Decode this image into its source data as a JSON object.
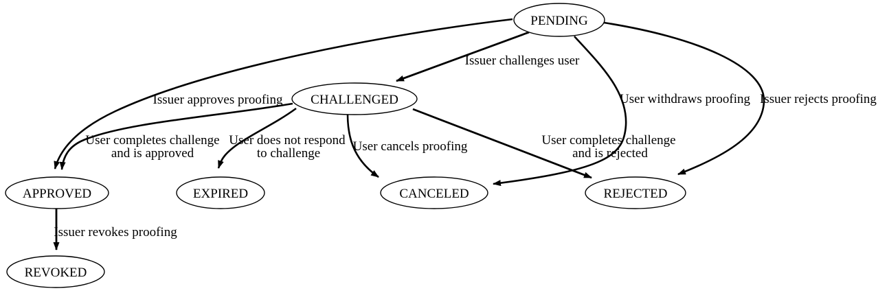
{
  "colors": {
    "background": "#ffffff",
    "node_fill": "#ffffff",
    "stroke": "#000000",
    "text": "#000000"
  },
  "nodes": {
    "pending": {
      "label": "PENDING"
    },
    "challenged": {
      "label": "CHALLENGED"
    },
    "approved": {
      "label": "APPROVED"
    },
    "expired": {
      "label": "EXPIRED"
    },
    "canceled": {
      "label": "CANCELED"
    },
    "rejected": {
      "label": "REJECTED"
    },
    "revoked": {
      "label": "REVOKED"
    }
  },
  "edges": {
    "pending_to_challenged": {
      "from": "PENDING",
      "to": "CHALLENGED",
      "lines": [
        "Issuer challenges user"
      ]
    },
    "pending_to_approved": {
      "from": "PENDING",
      "to": "APPROVED",
      "lines": [
        "Issuer approves proofing"
      ]
    },
    "pending_to_canceled": {
      "from": "PENDING",
      "to": "CANCELED",
      "lines": [
        "User withdraws proofing"
      ]
    },
    "pending_to_rejected": {
      "from": "PENDING",
      "to": "REJECTED",
      "lines": [
        "Issuer rejects proofing"
      ]
    },
    "challenged_to_approved": {
      "from": "CHALLENGED",
      "to": "APPROVED",
      "lines": [
        "User completes challenge",
        "and is approved"
      ]
    },
    "challenged_to_expired": {
      "from": "CHALLENGED",
      "to": "EXPIRED",
      "lines": [
        "User does not respond",
        "to challenge"
      ]
    },
    "challenged_to_canceled": {
      "from": "CHALLENGED",
      "to": "CANCELED",
      "lines": [
        "User cancels proofing"
      ]
    },
    "challenged_to_rejected": {
      "from": "CHALLENGED",
      "to": "REJECTED",
      "lines": [
        "User completes challenge",
        "and is rejected"
      ]
    },
    "approved_to_revoked": {
      "from": "APPROVED",
      "to": "REVOKED",
      "lines": [
        "Issuer revokes proofing"
      ]
    }
  }
}
